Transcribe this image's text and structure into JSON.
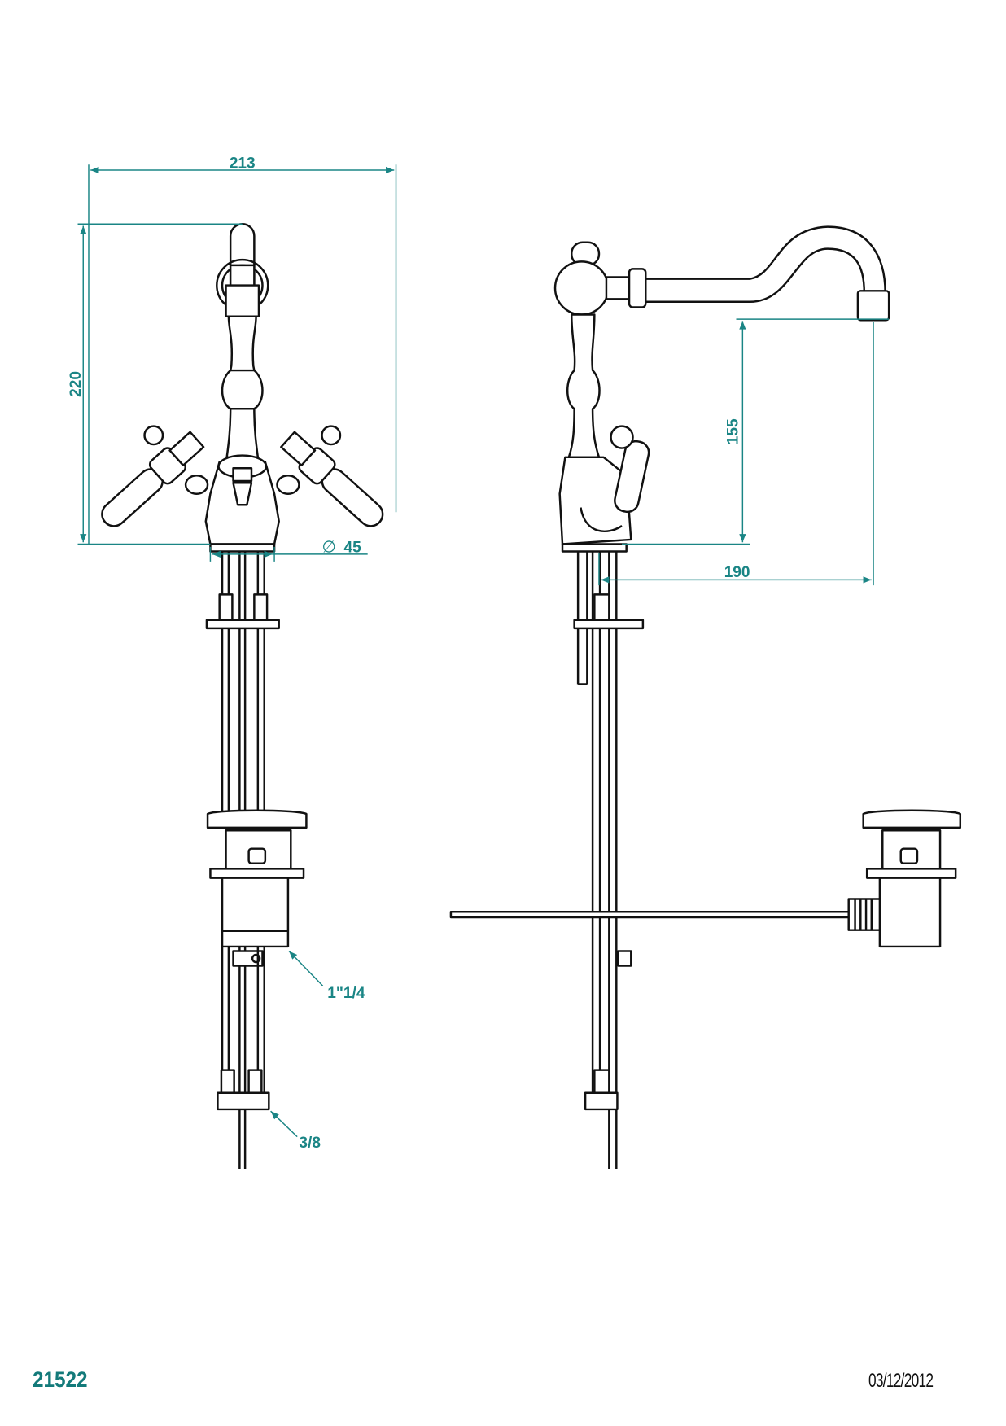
{
  "drawing": {
    "product_code": "21522",
    "date": "03/12/2012",
    "colors": {
      "dimension": "#1a8585",
      "outline": "#111111"
    },
    "dimensions": {
      "overall_width": "213",
      "overall_height": "220",
      "base_diameter_symbol": "∅",
      "base_diameter": "45",
      "spout_height": "155",
      "spout_reach": "190",
      "waste_thread": "1\"1/4",
      "supply_thread": "3/8"
    }
  }
}
